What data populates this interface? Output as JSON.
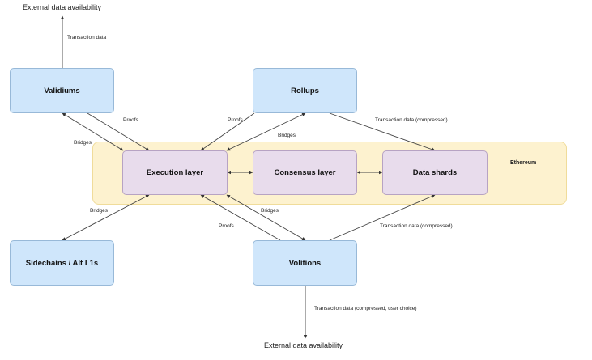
{
  "diagram": {
    "region": {
      "label": "Ethereum"
    },
    "nodes": {
      "validiums": "Validiums",
      "rollups": "Rollups",
      "execution": "Execution layer",
      "consensus": "Consensus layer",
      "shards": "Data shards",
      "sidechains": "Sidechains / Alt L1s",
      "volitions": "Volitions"
    },
    "external": {
      "top": "External data availability",
      "bottom": "External data availability"
    },
    "edges": {
      "validiums_external": "Transaction data",
      "validiums_proofs": "Proofs",
      "validiums_bridges": "Bridges",
      "rollups_proofs": "Proofs",
      "rollups_bridges": "Bridges",
      "rollups_shards": "Transaction data (compressed)",
      "sidechains_bridges": "Bridges",
      "volitions_proofs": "Proofs",
      "volitions_bridges": "Bridges",
      "volitions_shards": "Transaction data (compressed)",
      "volitions_external": "Transaction data (compressed, user choice)"
    }
  }
}
